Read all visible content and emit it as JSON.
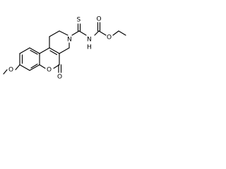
{
  "molecule": {
    "atom_labels": {
      "methoxy_oxygen": "O",
      "ring_oxygen": "O",
      "lactone_carbonyl_oxygen": "O",
      "piperidine_nitrogen": "N",
      "thione_sulfur": "S",
      "amide_nitrogen": "N",
      "amide_hydrogen": "H",
      "carbamate_carbonyl_oxygen": "O",
      "ester_oxygen": "O"
    }
  }
}
